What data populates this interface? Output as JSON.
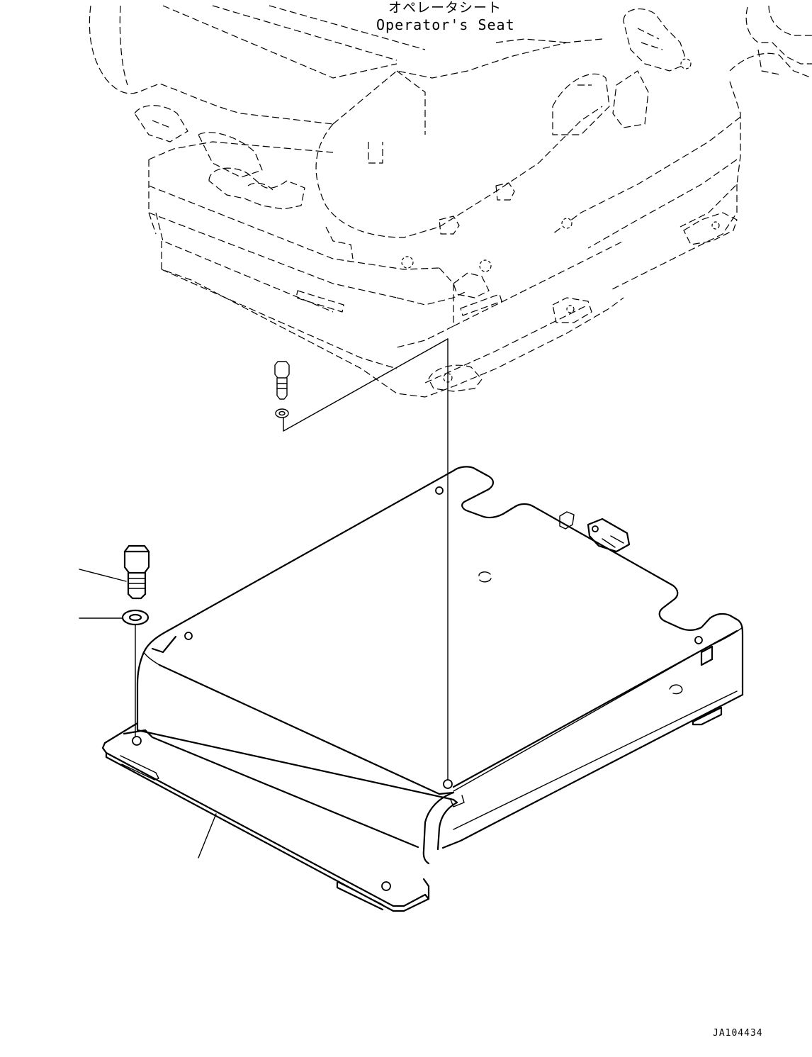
{
  "title": {
    "japanese": "オペレータシート",
    "english": "Operator's Seat"
  },
  "drawing_code": "JA104434",
  "colors": {
    "line": "#000000",
    "background": "#ffffff"
  }
}
